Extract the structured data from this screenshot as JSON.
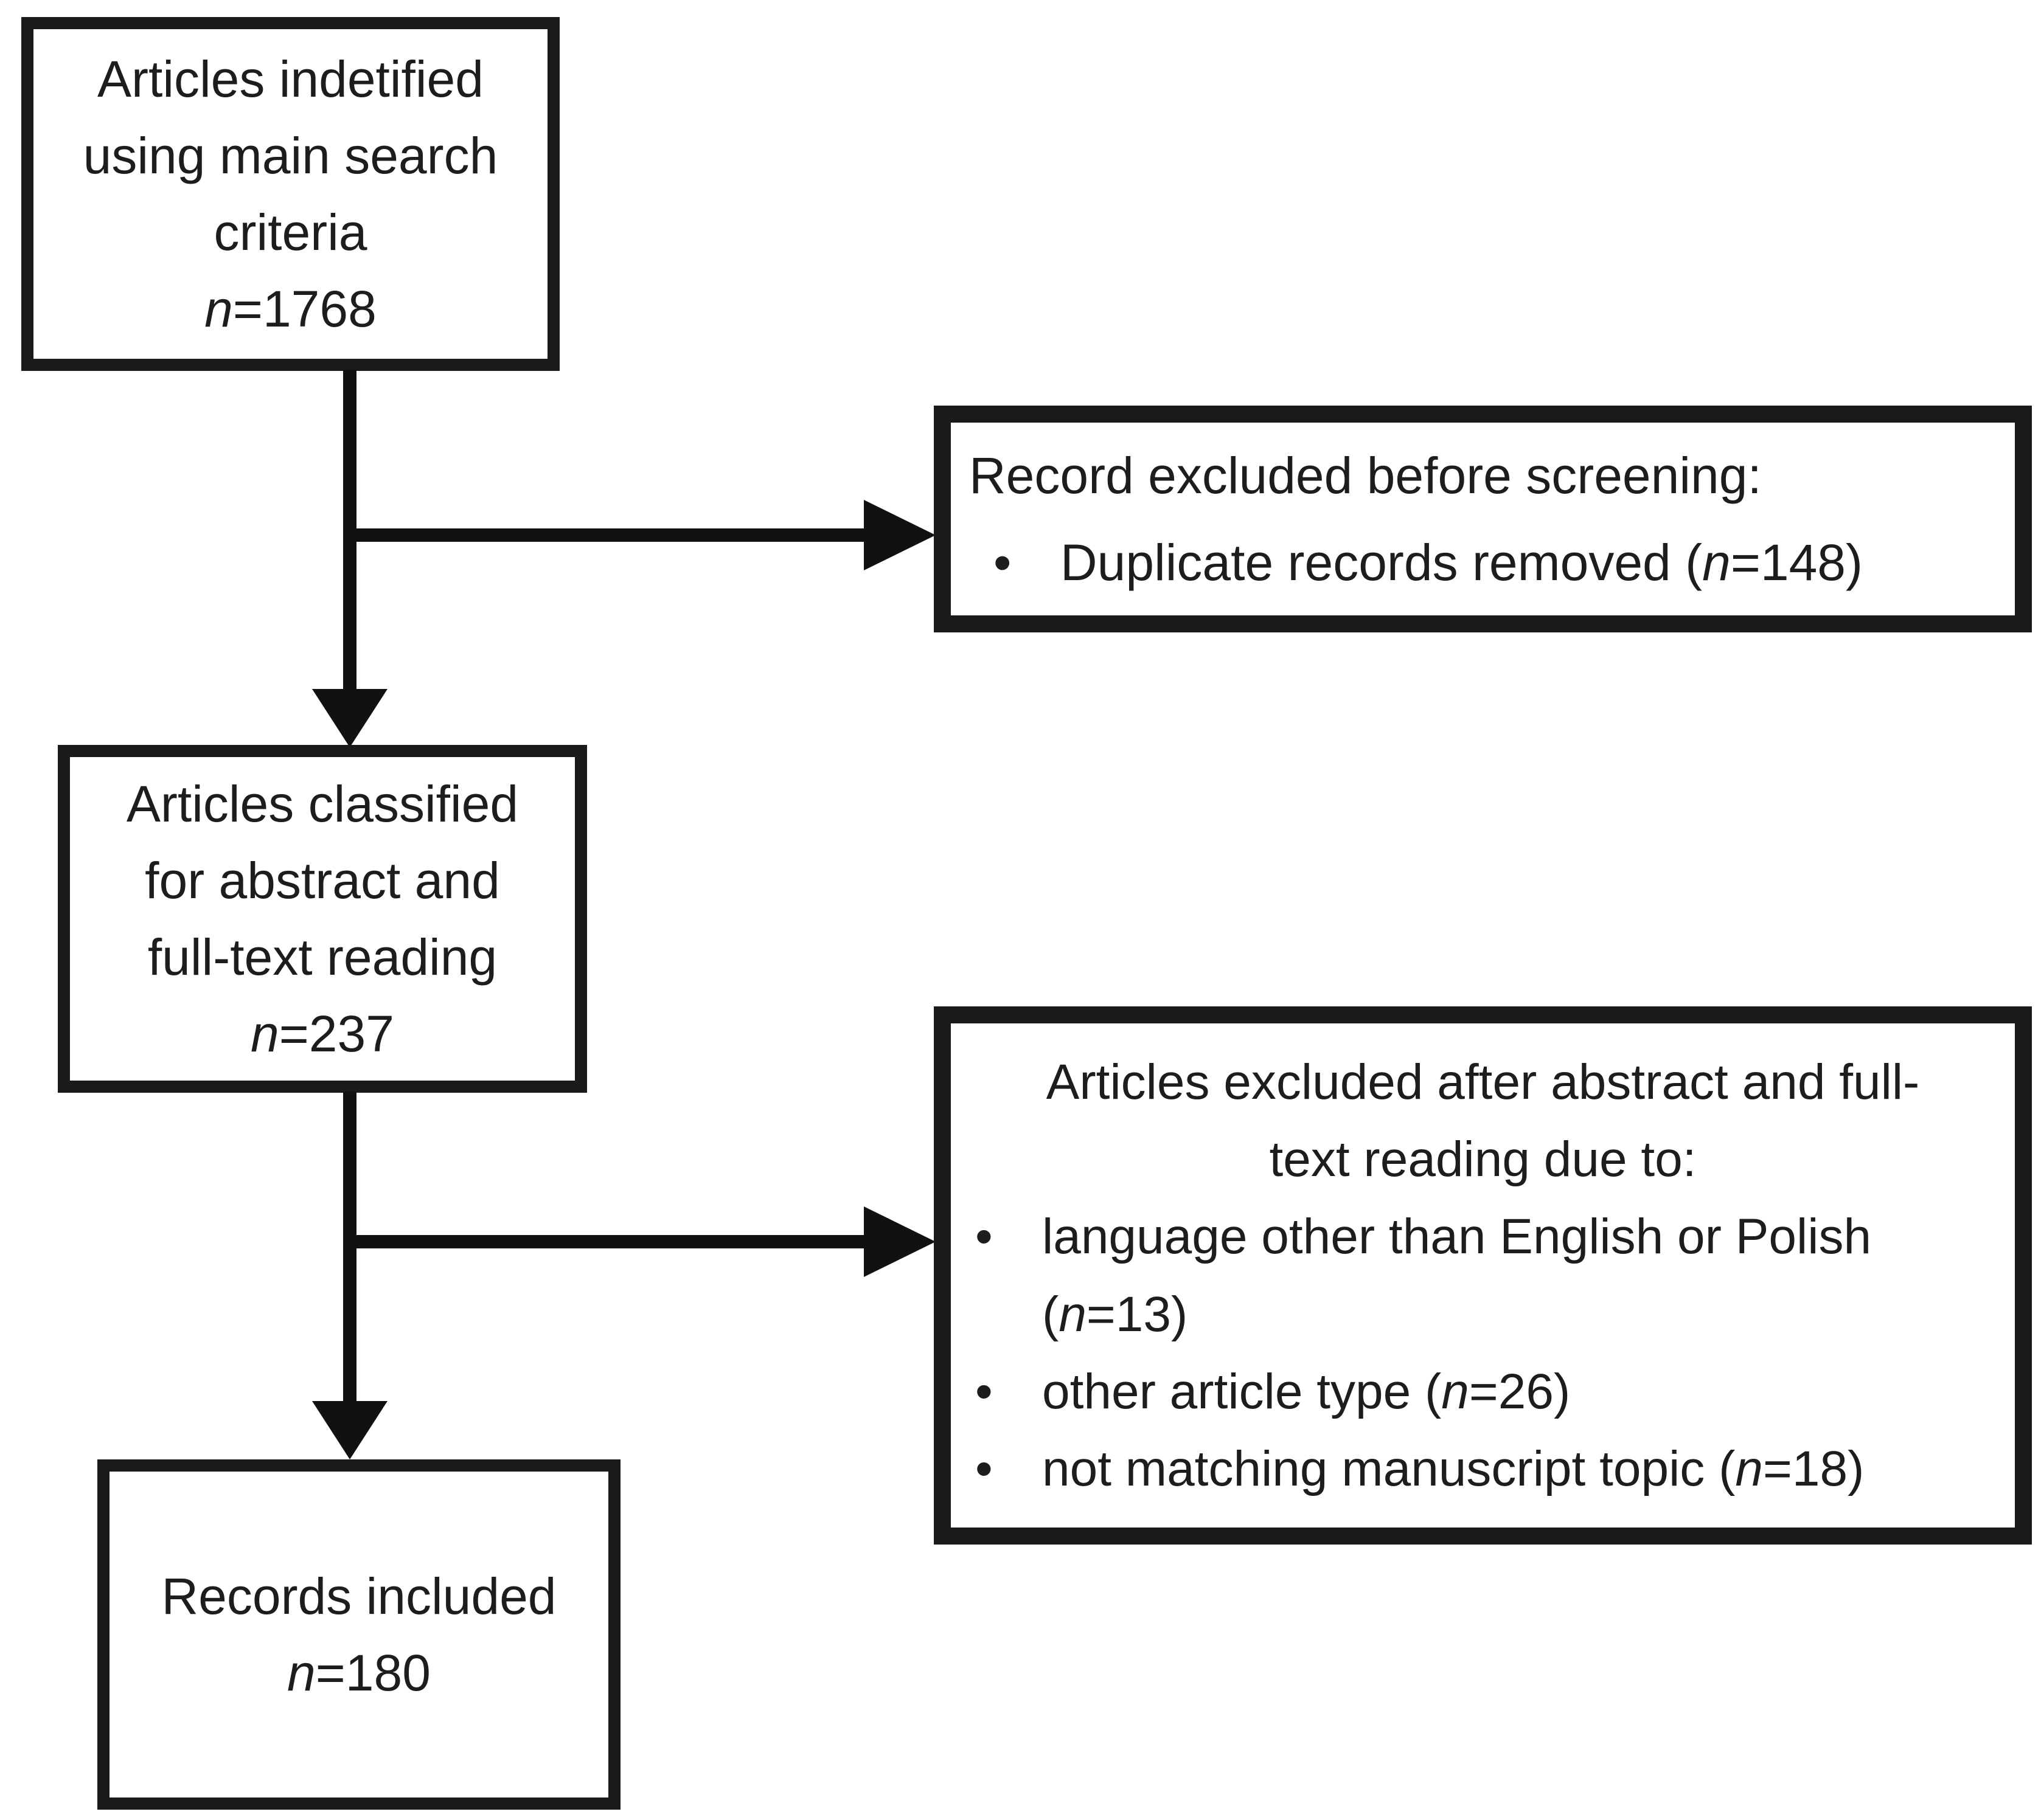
{
  "colors": {
    "ink": "#1b1b1b",
    "background": "#ffffff"
  },
  "bullet_char": "•",
  "flow": {
    "box_identified": {
      "lines": [
        "Articles indetified",
        "using main search",
        "criteria"
      ],
      "n_italic": "n",
      "n_rest": "=1768"
    },
    "excluded_before_screening": {
      "title": "Record excluded before screening:",
      "bullets": [
        {
          "pre": "Duplicate records removed (",
          "n": "n",
          "post": "=148)"
        }
      ]
    },
    "box_classified": {
      "lines": [
        "Articles classified",
        "for abstract and",
        "full-text reading"
      ],
      "n_italic": "n",
      "n_rest": "=237"
    },
    "excluded_after_reading": {
      "title_lines": [
        "Articles excluded after abstract and full-",
        "text reading due to:"
      ],
      "bullets": [
        {
          "pre": "language other than English or Polish",
          "pre2": "(",
          "n": "n",
          "post": "=13)"
        },
        {
          "pre": "other article type (",
          "n": "n",
          "post": "=26)"
        },
        {
          "pre": "not matching manuscript topic (",
          "n": "n",
          "post": "=18)"
        }
      ]
    },
    "box_included": {
      "lines": [
        "Records included"
      ],
      "n_italic": "n",
      "n_rest": "=180"
    }
  }
}
